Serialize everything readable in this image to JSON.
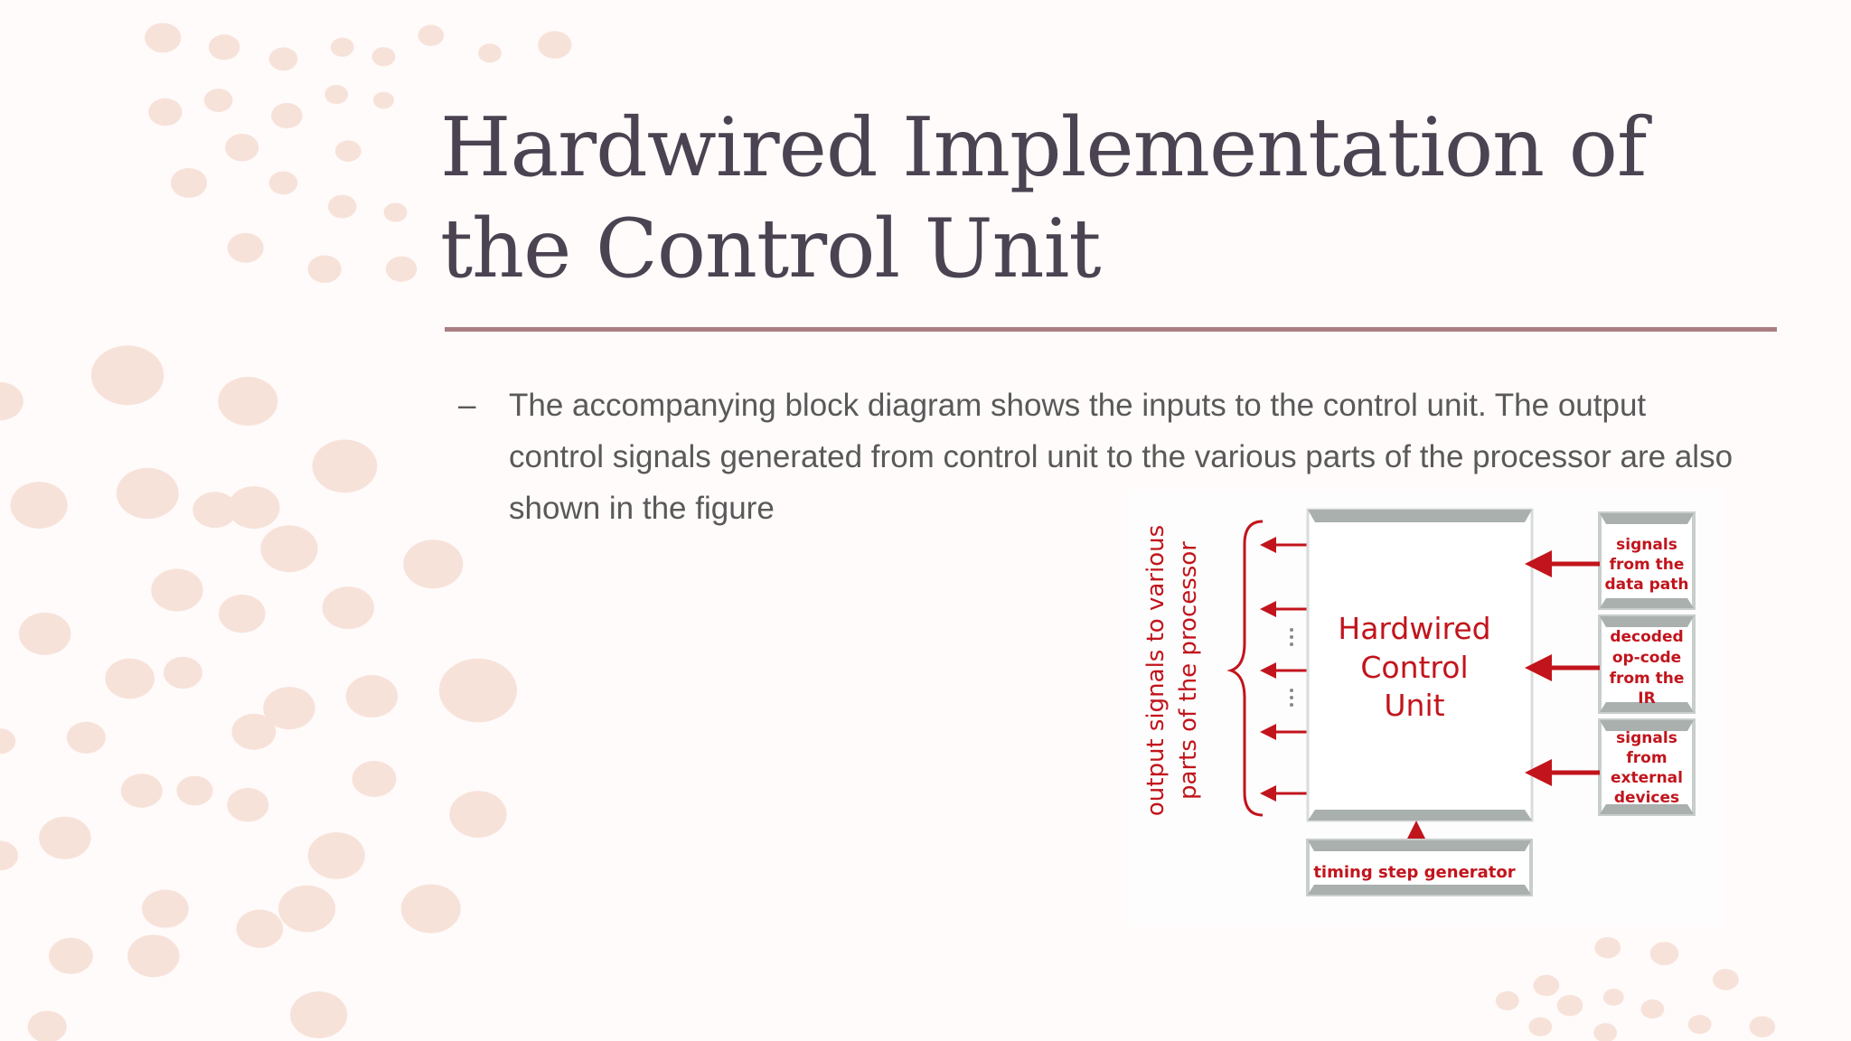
{
  "slide": {
    "title_lines": [
      "Hardwired Implementation of",
      "the Control Unit"
    ],
    "bullet_marker": "–",
    "bullet_text": "The accompanying block diagram shows the inputs to the control unit. The output control signals generated from control unit to the various parts of the processor are also shown in the figure"
  },
  "diagram": {
    "main_block": [
      "Hardwired",
      "Control",
      "Unit"
    ],
    "inputs": [
      [
        "signals",
        "from the",
        "data path"
      ],
      [
        "decoded",
        "op-code",
        "from the",
        "IR"
      ],
      [
        "signals",
        "from",
        "external",
        "devices"
      ]
    ],
    "timing_block": "timing step generator",
    "output_label": [
      "output signals to various",
      "parts of the processor"
    ],
    "colors": {
      "diagram_red": "#c2141c",
      "block_gray": "#a9b0ae",
      "dots": "#f7e2da",
      "title": "#4b4351",
      "rule": "#a97f81"
    }
  }
}
